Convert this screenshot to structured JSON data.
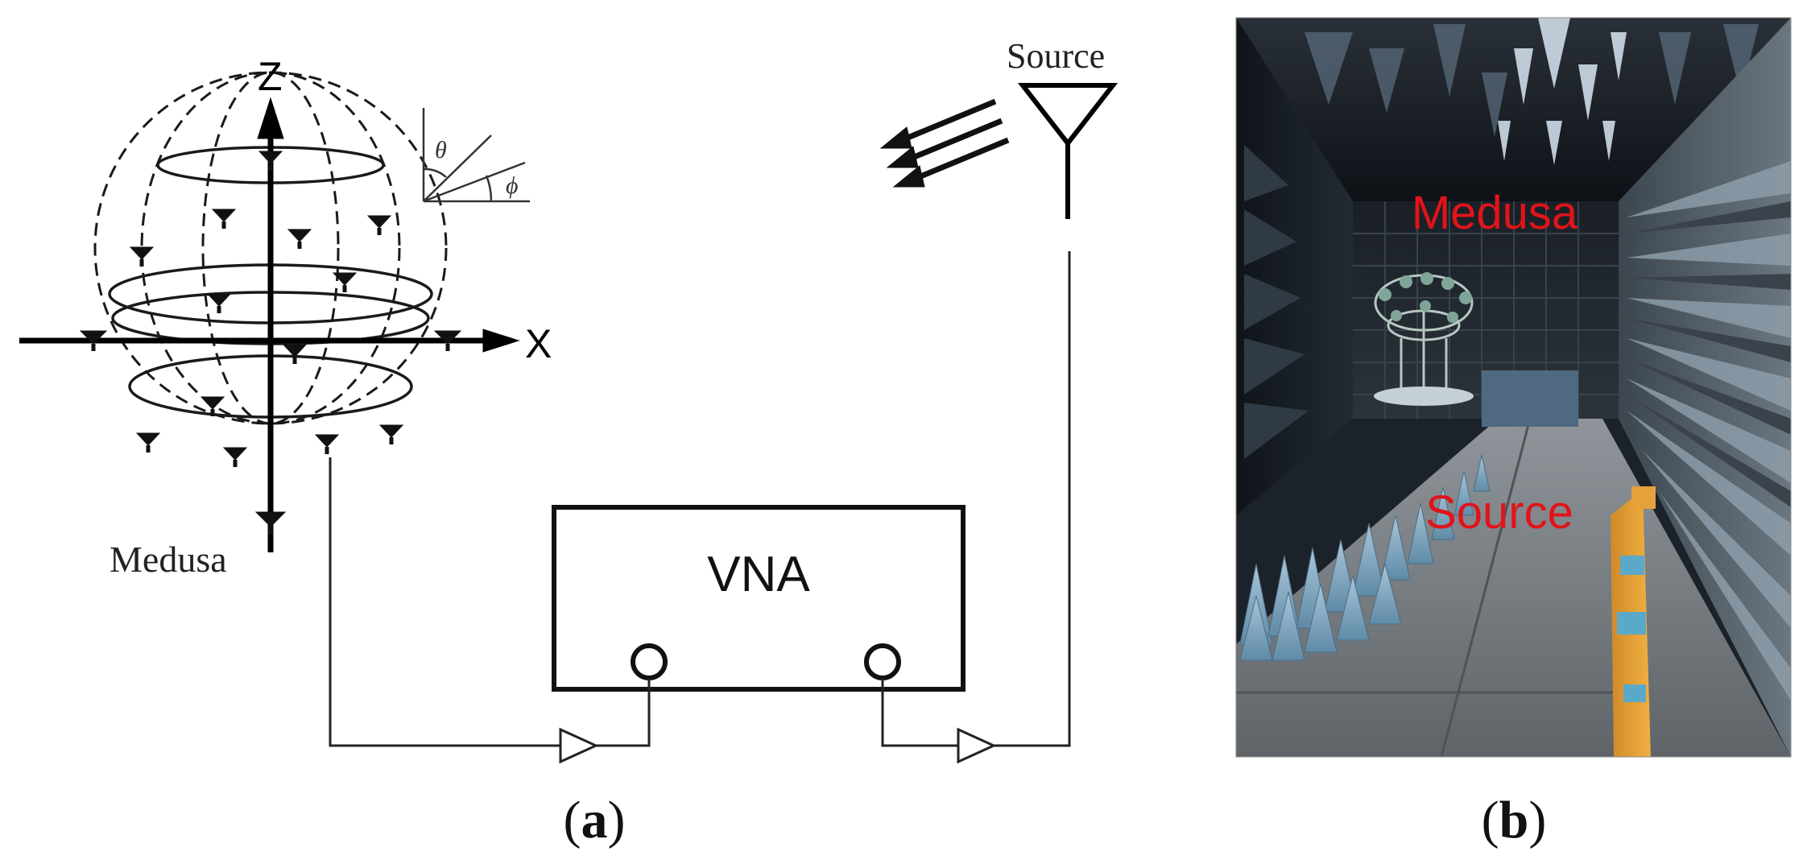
{
  "panel_a": {
    "axes": {
      "z_label": "Z",
      "x_label": "X",
      "theta_label": "θ",
      "phi_label": "ϕ"
    },
    "medusa_label": "Medusa",
    "source_label": "Source",
    "vna_label": "VNA",
    "caption_prefix": "(",
    "caption_letter": "a",
    "caption_suffix": ")"
  },
  "panel_b": {
    "medusa_overlay": "Medusa",
    "source_overlay": "Source",
    "overlay_color": "#e0141a",
    "caption_prefix": "(",
    "caption_letter": "b",
    "caption_suffix": ")"
  }
}
